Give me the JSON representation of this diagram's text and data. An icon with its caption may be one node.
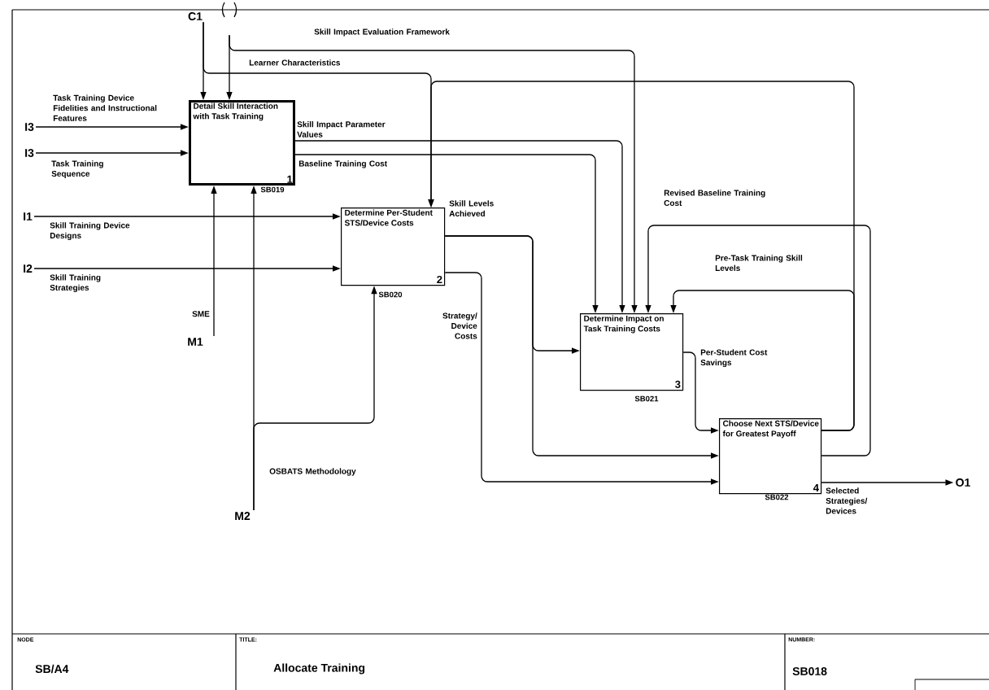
{
  "diagram": {
    "title": "Allocate Training",
    "nodes": [
      {
        "text": [
          "Detail Skill Interaction with Task Training",
          "1"
        ],
        "beside": [
          "SB019"
        ]
      },
      {
        "text": [
          "Determine Per-Student STS/Device Costs",
          "2"
        ],
        "beside": [
          "SB020"
        ]
      },
      {
        "text": [
          "Determine Impact on Task Training Costs",
          "3"
        ],
        "beside": [
          "SB021"
        ]
      },
      {
        "text": [
          "Choose Next STS/Device for Greatest Payoff",
          "4"
        ],
        "beside": [
          "SB022"
        ]
      },
      {
        "text": [
          "C1"
        ]
      },
      {
        "text": [
          "I3"
        ]
      },
      {
        "text": [
          "I3"
        ]
      },
      {
        "text": [
          "I1"
        ]
      },
      {
        "text": [
          "I2"
        ]
      },
      {
        "text": [
          "M1"
        ]
      },
      {
        "text": [
          "M2"
        ]
      },
      {
        "text": [
          "O1"
        ]
      },
      {
        "text": [],
        "shape": "parentheses"
      }
    ],
    "edges": [
      {
        "from": 4,
        "to": 0,
        "arrow": "to"
      },
      {
        "from": 4,
        "to": 1,
        "arrow": "to",
        "label": "Learner Characteristics"
      },
      {
        "from": 12,
        "to": 0,
        "arrow": "to"
      },
      {
        "from": 12,
        "to": 2,
        "arrow": "to",
        "label": "Skill Impact Evaluation Framework"
      },
      {
        "from": 5,
        "to": 0,
        "arrow": "to",
        "label": "Task Training Device Fidelities and Instructional Features"
      },
      {
        "from": 6,
        "to": 0,
        "arrow": "to",
        "label": "Task Training Sequence"
      },
      {
        "from": 7,
        "to": 1,
        "arrow": "to",
        "label": "Skill Training Device Designs"
      },
      {
        "from": 8,
        "to": 1,
        "arrow": "to",
        "label": "Skill Training Strategies"
      },
      {
        "from": 9,
        "to": 0,
        "arrow": "to",
        "label": "SME"
      },
      {
        "from": 10,
        "to": 0,
        "arrow": "to"
      },
      {
        "from": 10,
        "to": 1,
        "arrow": "to",
        "label": "OSBATS Methodology"
      },
      {
        "from": 0,
        "to": 2,
        "arrow": "to",
        "label": "Skill Impact Parameter Values"
      },
      {
        "from": 0,
        "to": 2,
        "arrow": "to",
        "label": "Baseline Training Cost"
      },
      {
        "from": 1,
        "to": 2,
        "arrow": "to",
        "label": "Skill Levels Achieved"
      },
      {
        "from": 1,
        "to": 3,
        "arrow": "to"
      },
      {
        "from": 1,
        "to": 3,
        "arrow": "to",
        "label": "Strategy/ Device Costs"
      },
      {
        "from": 2,
        "to": 3,
        "arrow": "to",
        "label": "Per-Student Cost Savings"
      },
      {
        "from": 3,
        "to": 11,
        "arrow": "to",
        "label": "Selected Strategies/ Devices"
      },
      {
        "from": 3,
        "to": 2,
        "arrow": "to",
        "label": "Revised Baseline Training Cost"
      },
      {
        "from": 3,
        "to": 2,
        "arrow": "to",
        "label": "Pre-Task Training Skill Levels"
      },
      {
        "from": 3,
        "to": 1,
        "arrow": "to"
      }
    ],
    "labels": [
      "NODE",
      "SB/A4",
      "TITLE:",
      "NUMBER:",
      "SB018"
    ]
  }
}
